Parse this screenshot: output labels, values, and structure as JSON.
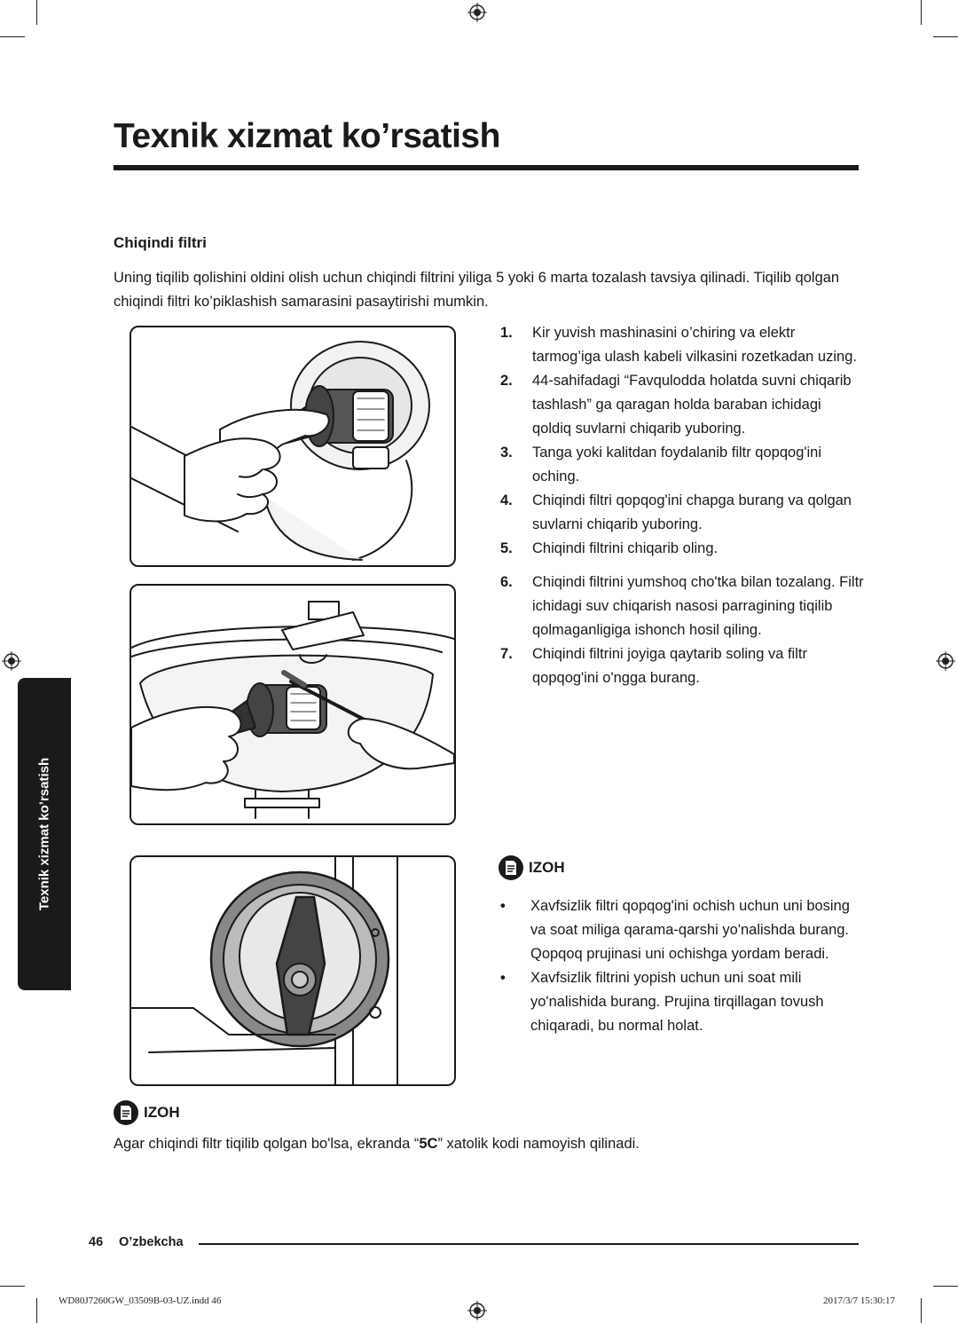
{
  "page": {
    "title": "Texnik xizmat ko’rsatish",
    "section_heading": "Chiqindi filtri",
    "intro": "Uning tiqilib qolishini oldini olish uchun chiqindi filtrini yiliga 5 yoki 6 marta tozalash tavsiya qilinadi. Tiqilib qolgan chiqindi filtri ko’piklashish samarasini pasaytirishi mumkin."
  },
  "steps": [
    {
      "num": "1.",
      "text": "Kir yuvish mashinasini o’chiring va elektr tarmog’iga ulash kabeli vilkasini rozetkadan uzing."
    },
    {
      "num": "2.",
      "text": "44-sahifadagi  “Favqulodda holatda suvni chiqarib tashlash” ga qaragan holda baraban ichidagi qoldiq suvlarni chiqarib yuboring."
    },
    {
      "num": "3.",
      "text": "Tanga yoki kalitdan foydalanib filtr qopqog'ini oching."
    },
    {
      "num": "4.",
      "text": "Chiqindi filtri qopqog'ini chapga burang va qolgan suvlarni chiqarib yuboring."
    },
    {
      "num": "5.",
      "text": "Chiqindi filtrini chiqarib oling."
    },
    {
      "num": "6.",
      "text": "Chiqindi filtrini yumshoq cho'tka bilan tozalang. Filtr ichidagi suv chiqarish nasosi parragining tiqilib qolmaganligiga ishonch hosil qiling."
    },
    {
      "num": "7.",
      "text": "Chiqindi filtrini joyiga qaytarib soling va filtr qopqog'ini o'ngga burang."
    }
  ],
  "note_side": {
    "label": "IZOH",
    "bullets": [
      "Xavfsizlik filtri qopqog'ini ochish uchun uni bosing va soat miliga qarama-qarshi yo'nalishda burang. Qopqoq prujinasi uni ochishga yordam beradi.",
      "Xavfsizlik filtrini yopish uchun uni soat mili yo'nalishida burang. Prujina tirqillagan tovush chiqaradi, bu normal holat."
    ]
  },
  "note_bottom": {
    "label": "IZOH",
    "text_before": "Agar chiqindi filtr tiqilib qolgan bo'lsa, ekranda “",
    "code": "5C",
    "text_after": "” xatolik kodi namoyish qilinadi."
  },
  "side_tab": "Texnik xizmat ko’rsatish",
  "footer": {
    "page_number": "46",
    "language": "O’zbekcha",
    "file_name": "WD80J7260GW_03509B-03-UZ.indd   46",
    "timestamp": "2017/3/7   15:30:17"
  },
  "icons": {
    "note": "note-icon",
    "registration": "registration-mark-icon"
  },
  "colors": {
    "text": "#1a1a1a",
    "tab_background": "#1a1a1a",
    "tab_text": "#ffffff"
  }
}
